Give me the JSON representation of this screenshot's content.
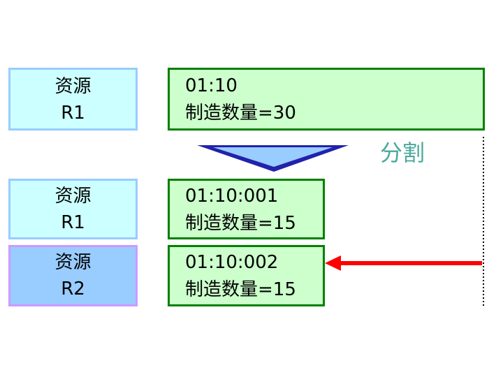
{
  "colors": {
    "resource_fill": "#ccffff",
    "resource_border": "#99ccff",
    "resource_r2_fill": "#99ccff",
    "resource_r2_border": "#cc99ff",
    "order_fill": "#ccffcc",
    "order_border": "#008000",
    "split_arrow_fill": "#99ccff",
    "split_arrow_border": "#2222aa",
    "split_label": "#4aa89b",
    "pointer_arrow": "#ff0000",
    "dotted_line": "#000000"
  },
  "top": {
    "resource": {
      "line1": "资源",
      "line2": "R1"
    },
    "order": {
      "id": "01:10",
      "qty": "制造数量=30"
    }
  },
  "split": {
    "label": "分割",
    "arrow_icon": "down-triangle-arrow"
  },
  "rows": [
    {
      "resource": {
        "line1": "资源",
        "line2": "R1"
      },
      "order": {
        "id": "01:10:001",
        "qty": "制造数量=15"
      }
    },
    {
      "resource": {
        "line1": "资源",
        "line2": "R2"
      },
      "order": {
        "id": "01:10:002",
        "qty": "制造数量=15"
      }
    }
  ],
  "pointer": {
    "icon": "left-arrow"
  }
}
